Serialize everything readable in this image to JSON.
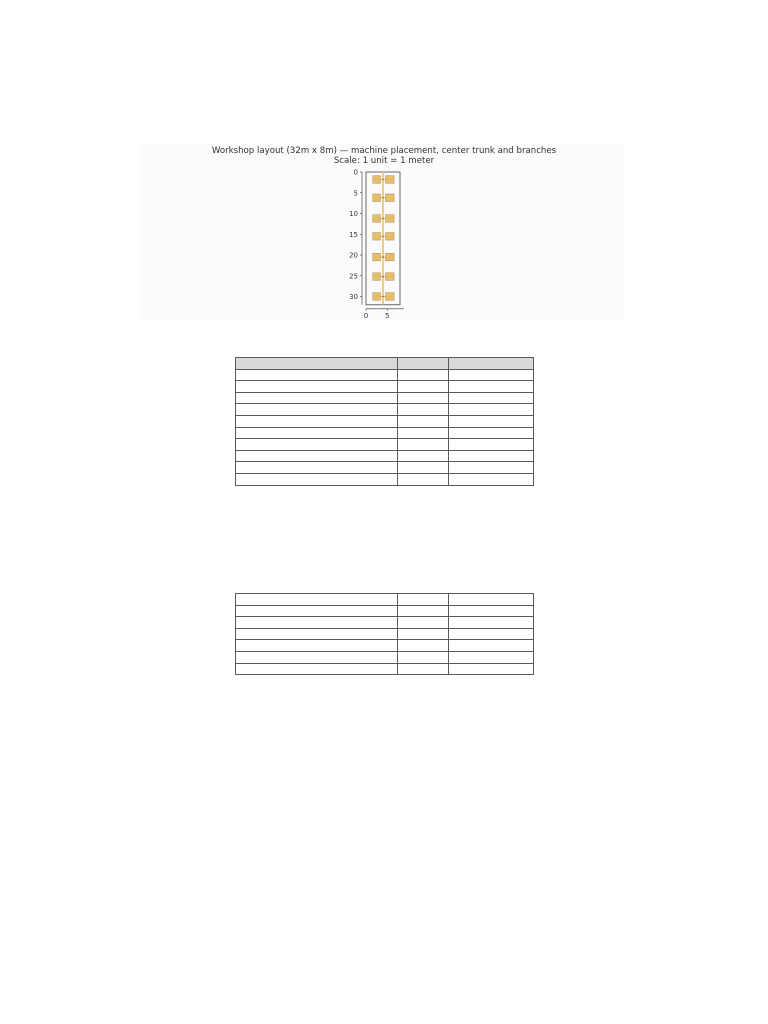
{
  "figure": {
    "title": "Workshop layout (32m x 8m) — machine placement, center trunk and branches",
    "subtitle": "Scale: 1 unit = 1 meter",
    "y_ticks": [
      "0",
      "5",
      "10",
      "15",
      "20",
      "25",
      "30"
    ],
    "x_ticks": [
      "0",
      "5"
    ],
    "layout_width_m": 8,
    "layout_length_m": 32,
    "machine_rows_y_m": [
      1.8,
      6.2,
      11.2,
      15.5,
      20.5,
      25.2,
      30.0
    ],
    "trunk_x_m": 4,
    "colors": {
      "machine_fill": "#e6b85c",
      "machine_stroke": "#9a7a3a",
      "trunk": "#f0c060",
      "branch": "#f0c060",
      "outline": "#444444"
    },
    "notes_heading": "",
    "notes": [
      "",
      "",
      "",
      "",
      ""
    ]
  },
  "table1": {
    "headers": [
      "",
      "",
      ""
    ],
    "rows": [
      [
        "",
        "",
        ""
      ],
      [
        "",
        "",
        ""
      ],
      [
        "",
        "",
        ""
      ],
      [
        "",
        "",
        ""
      ],
      [
        "",
        "",
        ""
      ],
      [
        "",
        "",
        ""
      ],
      [
        "",
        "",
        ""
      ],
      [
        "",
        "",
        ""
      ],
      [
        "",
        "",
        ""
      ],
      [
        "",
        "",
        ""
      ]
    ]
  },
  "table2": {
    "rows": [
      [
        "",
        "",
        ""
      ],
      [
        "",
        "",
        ""
      ],
      [
        "",
        "",
        ""
      ],
      [
        "",
        "",
        ""
      ],
      [
        "",
        "",
        ""
      ],
      [
        "",
        "",
        ""
      ],
      [
        "",
        "",
        ""
      ]
    ]
  }
}
